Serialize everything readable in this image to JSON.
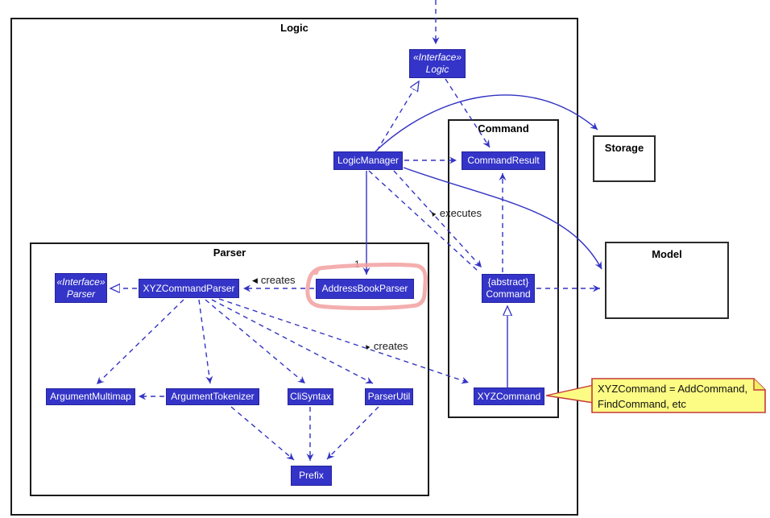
{
  "diagram": {
    "frames": {
      "logic": {
        "title": "Logic"
      },
      "parser": {
        "title": "Parser"
      },
      "command": {
        "title": "Command"
      }
    },
    "classes": {
      "logic_interface": {
        "stereotype": "«Interface»",
        "name": "Logic"
      },
      "logic_manager": {
        "name": "LogicManager"
      },
      "command_result": {
        "name": "CommandResult"
      },
      "abstract_command": {
        "modifier": "{abstract}",
        "name": "Command"
      },
      "xyz_command": {
        "name": "XYZCommand"
      },
      "parser_interface": {
        "stereotype": "«Interface»",
        "name": "Parser"
      },
      "xyz_command_parser": {
        "name": "XYZCommandParser"
      },
      "address_book_parser": {
        "name": "AddressBookParser"
      },
      "argument_multimap": {
        "name": "ArgumentMultimap"
      },
      "argument_tokenizer": {
        "name": "ArgumentTokenizer"
      },
      "cli_syntax": {
        "name": "CliSyntax"
      },
      "parser_util": {
        "name": "ParserUtil"
      },
      "prefix": {
        "name": "Prefix"
      }
    },
    "components": {
      "storage": {
        "title": "Storage"
      },
      "model": {
        "title": "Model"
      }
    },
    "edge_labels": {
      "creates_parser": "creates",
      "creates_command": "creates",
      "executes": "executes",
      "multiplicity_one": "1"
    },
    "note": {
      "line1": "XYZCommand = AddCommand,",
      "line2": "FindCommand, etc"
    },
    "colors": {
      "class_fill": "#3434C8",
      "edge_blue": "#3333C4",
      "note_fill": "#FCFC84",
      "note_border": "#C43A3A",
      "highlight_red": "#F2A0A0",
      "frame_black": "#1B1B1B"
    },
    "relationships": [
      {
        "from": "external",
        "to": "Logic",
        "type": "dependency"
      },
      {
        "from": "LogicManager",
        "to": "Logic",
        "type": "realization"
      },
      {
        "from": "Logic",
        "to": "CommandResult",
        "type": "dependency"
      },
      {
        "from": "LogicManager",
        "to": "CommandResult",
        "type": "dependency"
      },
      {
        "from": "LogicManager",
        "to": "Command",
        "type": "dependency",
        "label": "executes"
      },
      {
        "from": "Command",
        "to": "CommandResult",
        "type": "dependency"
      },
      {
        "from": "Command",
        "to": "Model",
        "type": "dependency"
      },
      {
        "from": "LogicManager",
        "to": "AddressBookParser",
        "type": "association",
        "multiplicity": "1"
      },
      {
        "from": "LogicManager",
        "to": "Storage",
        "type": "association"
      },
      {
        "from": "LogicManager",
        "to": "Model",
        "type": "association"
      },
      {
        "from": "AddressBookParser",
        "to": "XYZCommandParser",
        "type": "dependency",
        "label": "creates"
      },
      {
        "from": "XYZCommandParser",
        "to": "Parser",
        "type": "realization"
      },
      {
        "from": "XYZCommandParser",
        "to": "XYZCommand",
        "type": "dependency",
        "label": "creates"
      },
      {
        "from": "XYZCommandParser",
        "to": "ArgumentMultimap",
        "type": "dependency"
      },
      {
        "from": "XYZCommandParser",
        "to": "ArgumentTokenizer",
        "type": "dependency"
      },
      {
        "from": "XYZCommandParser",
        "to": "CliSyntax",
        "type": "dependency"
      },
      {
        "from": "XYZCommandParser",
        "to": "ParserUtil",
        "type": "dependency"
      },
      {
        "from": "ArgumentTokenizer",
        "to": "ArgumentMultimap",
        "type": "dependency"
      },
      {
        "from": "ArgumentTokenizer",
        "to": "Prefix",
        "type": "dependency"
      },
      {
        "from": "CliSyntax",
        "to": "Prefix",
        "type": "dependency"
      },
      {
        "from": "ParserUtil",
        "to": "Prefix",
        "type": "dependency"
      },
      {
        "from": "XYZCommand",
        "to": "Command",
        "type": "inheritance"
      }
    ]
  }
}
